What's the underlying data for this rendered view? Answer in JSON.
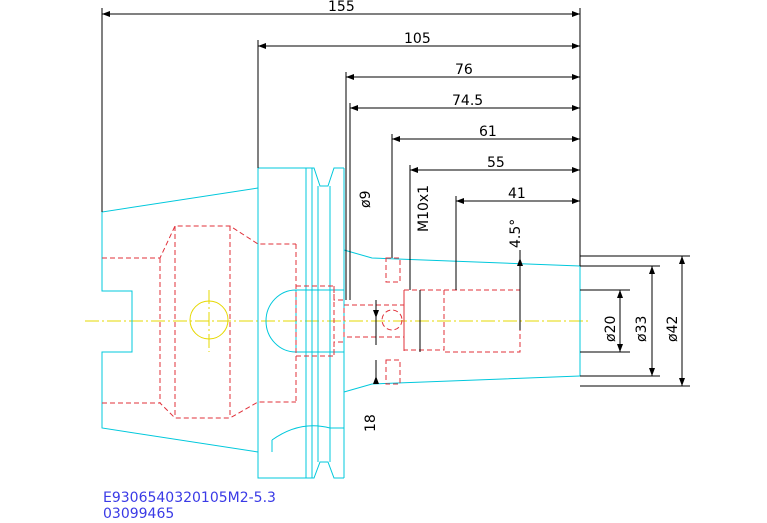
{
  "dimensions": {
    "len_155": "155",
    "len_105": "105",
    "len_76": "76",
    "len_74_5": "74.5",
    "len_61": "61",
    "len_55": "55",
    "len_41": "41",
    "angle": "4.5°",
    "dia_9": "ø9",
    "thread": "M10x1",
    "dia_20": "ø20",
    "dia_33": "ø33",
    "dia_42": "ø42",
    "len_18": "18"
  },
  "part_number": "E9306540320105M2-5.3",
  "part_code": "03099465",
  "colors": {
    "outline": "#00c8dc",
    "hidden": "#e0303a",
    "dimension": "#000000",
    "centerline": "#e6d800",
    "label": "#3a3ae6"
  }
}
